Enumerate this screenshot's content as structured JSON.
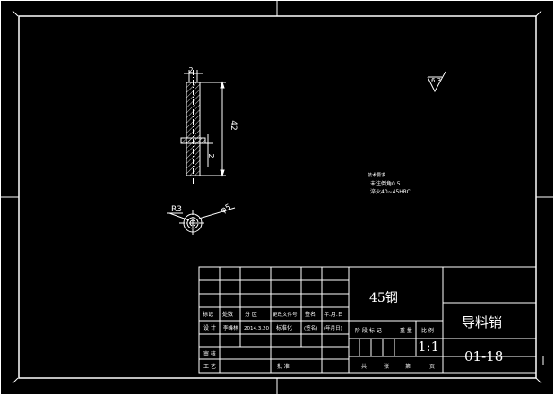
{
  "drawing": {
    "part": {
      "dim_top": "2",
      "dim_length": "42",
      "dim_side": "2",
      "dim_radius": "R3",
      "dim_diameter": "φ5"
    },
    "roughness": "6.3",
    "notes": {
      "line1": "技术要求",
      "line2": "未注倒角0.5",
      "line3": "淬火40~45HRC"
    }
  },
  "title_block": {
    "material": "45钢",
    "part_name": "导料销",
    "part_number": "01-18",
    "scale": "1:1",
    "row_labels": {
      "mark": "标记",
      "count": "处数",
      "zone": "分 区",
      "change_doc": "更改文件号",
      "signature": "签名",
      "date": "年.月.日"
    },
    "design_row": {
      "design": "设 计",
      "designer": "李峰林",
      "design_date": "2014.3.20",
      "standardize": "标准化",
      "sign_note": "(签名)",
      "date_note": "(年月日)"
    },
    "stage_labels": {
      "stage_mark": "阶 段 标 记",
      "weight": "重 量",
      "scale_label": "比 例"
    },
    "review": {
      "review": "审 核",
      "process": "工 艺",
      "approve": "批 准"
    },
    "sheet_labels": {
      "total": "共",
      "sheets": "张",
      "page": "第",
      "pages": "页"
    }
  }
}
